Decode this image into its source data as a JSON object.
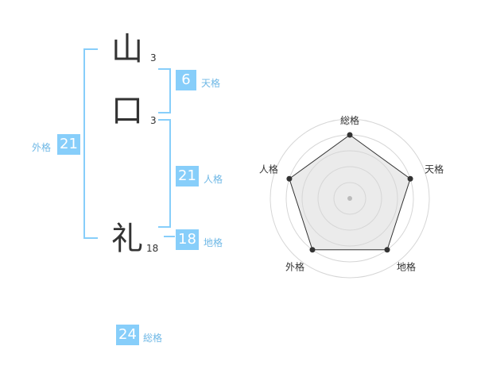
{
  "name": {
    "chars": [
      {
        "char": "山",
        "strokes": "3"
      },
      {
        "char": "口",
        "strokes": "3"
      },
      {
        "char": "礼",
        "strokes": "18"
      }
    ]
  },
  "fortunes": {
    "tenkaku": {
      "value": "6",
      "label": "天格"
    },
    "jinkaku": {
      "value": "21",
      "label": "人格"
    },
    "chikaku": {
      "value": "18",
      "label": "地格"
    },
    "gaikaku": {
      "value": "21",
      "label": "外格"
    },
    "soukaku": {
      "value": "24",
      "label": "総格"
    }
  },
  "colors": {
    "accent": "#87cefa",
    "text": "#333333",
    "radar_fill": "#ebebeb"
  },
  "chart_data": {
    "type": "radar",
    "axes": [
      "総格",
      "天格",
      "地格",
      "外格",
      "人格"
    ],
    "values": [
      4,
      4,
      4,
      4,
      4
    ],
    "range": [
      0,
      5
    ],
    "rings": 5
  }
}
